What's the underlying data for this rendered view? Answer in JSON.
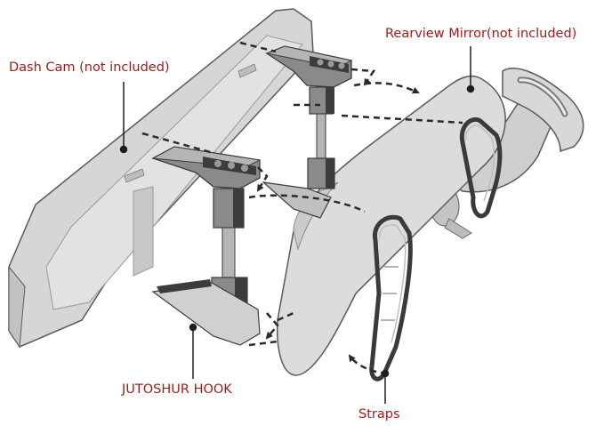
{
  "labels": {
    "dash_cam": "Dash Cam (not included)",
    "rearview_mirror": "Rearview Mirror(not included)",
    "hook": "JUTOSHUR HOOK",
    "straps": "Straps"
  },
  "colors": {
    "label_text": "#a01c1c",
    "outline": "#5a5a5a",
    "mirror_fill": "#dcdcdc",
    "cam_fill": "#d4d4d4",
    "hook_dark": "#3c3c3c",
    "hook_mid": "#8a8a8a",
    "strap_dark": "#3a3a3a",
    "arrow": "#2a2a2a"
  }
}
